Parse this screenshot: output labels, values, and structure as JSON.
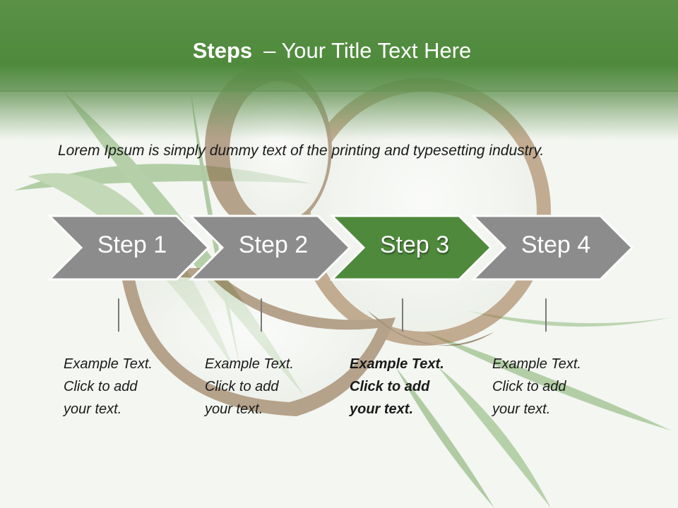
{
  "header": {
    "title_bold": "Steps",
    "title_rest": "– Your Title Text Here",
    "color": "#4f8a3c"
  },
  "intro": {
    "text": "Lorem Ipsum is simply dummy text of the printing and typesetting industry."
  },
  "steps": [
    {
      "label": "Step 1",
      "desc": "Example Text.\nClick  to add\nyour text.",
      "active": false
    },
    {
      "label": "Step 2",
      "desc": "Example Text.\nClick  to add\nyour text.",
      "active": false
    },
    {
      "label": "Step 3",
      "desc": "Example Text.\nClick  to add\nyour text.",
      "active": true
    },
    {
      "label": "Step 4",
      "desc": "Example Text.\nClick  to add\nyour text.",
      "active": false
    }
  ],
  "colors": {
    "step_default": "#8c8c8c",
    "step_active": "#4f8a3c",
    "connector": "#7a7a7a"
  }
}
